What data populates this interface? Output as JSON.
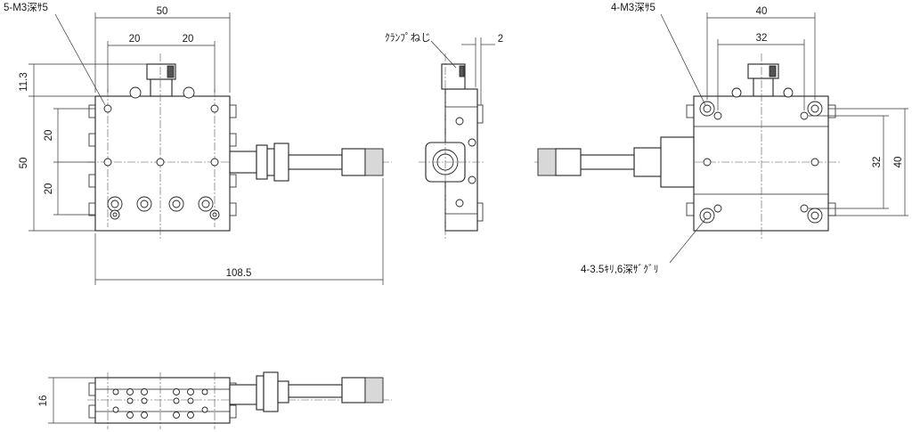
{
  "labels": {
    "tapped_holes_front": "5-M3深ｻ5",
    "tapped_holes_back": "4-M3深ｻ5",
    "clamp_screw": "ｸﾗﾝﾌﾟねじ",
    "counterbore": "4-3.5ｷﾘ,6深ｻﾞｸﾞﾘ"
  },
  "dimensions": {
    "front_top_width": "50",
    "front_pitch_left": "20",
    "front_pitch_right": "20",
    "front_height_total": "50",
    "front_pitch_upper": "20",
    "front_pitch_lower": "20",
    "clamp_height": "11.3",
    "total_length": "108.5",
    "side_offset": "2",
    "back_width": "40",
    "back_pitch": "32",
    "back_height_pitch": "32",
    "back_height_total": "40",
    "bottom_height": "16"
  },
  "colors": {
    "line": "#222222",
    "background": "#ffffff"
  }
}
